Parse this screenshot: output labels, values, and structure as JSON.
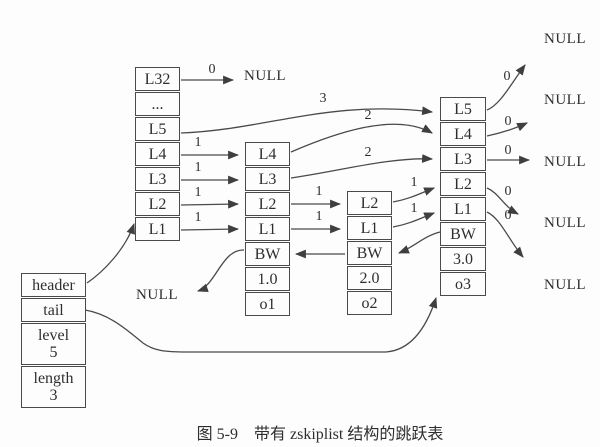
{
  "caption": "图 5-9　带有 zskiplist 结构的跳跃表",
  "struct": {
    "cells": [
      {
        "label": "header"
      },
      {
        "label": "tail"
      },
      {
        "label": "level",
        "value": "5"
      },
      {
        "label": "length",
        "value": "3"
      }
    ]
  },
  "header_node": {
    "cells": [
      "L32",
      "...",
      "L5",
      "L4",
      "L3",
      "L2",
      "L1"
    ]
  },
  "node1": {
    "cells": [
      "L4",
      "L3",
      "L2",
      "L1",
      "BW",
      "1.0",
      "o1"
    ]
  },
  "node2": {
    "cells": [
      "L2",
      "L1",
      "BW",
      "2.0",
      "o2"
    ]
  },
  "node3": {
    "cells": [
      "L5",
      "L4",
      "L3",
      "L2",
      "L1",
      "BW",
      "3.0",
      "o3"
    ]
  },
  "nulls": {
    "top": "NULL",
    "back": "NULL",
    "right": [
      "NULL",
      "NULL",
      "NULL",
      "NULL",
      "NULL"
    ]
  },
  "spans": {
    "header_l32": "0",
    "header_l5": "3",
    "header_l4": "1",
    "header_l3": "1",
    "header_l2": "1",
    "header_l1": "1",
    "o1_l4": "2",
    "o1_l3": "2",
    "o1_l2": "1",
    "o1_l1": "1",
    "o2_l2": "1",
    "o2_l1": "1",
    "o3_l5": "0",
    "o3_l4": "0",
    "o3_l3": "0",
    "o3_l2": "0",
    "o3_l1": "0"
  },
  "colors": {
    "line": "#4a4a4a",
    "text": "#2e2e2e",
    "background": "#fdfdfd"
  }
}
